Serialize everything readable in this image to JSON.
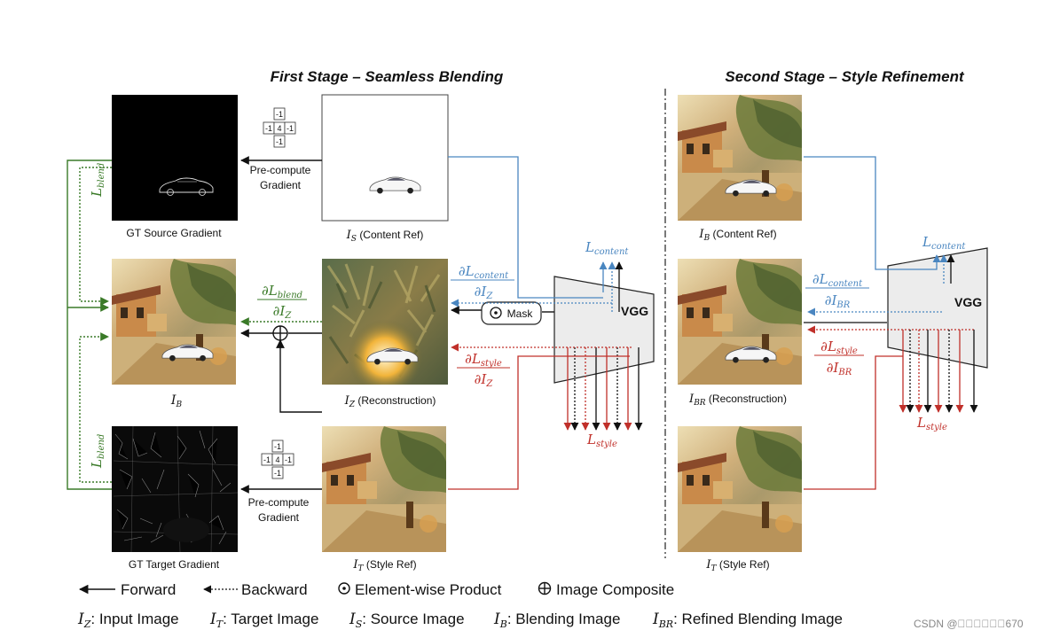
{
  "stage1_title": "First Stage – Seamless Blending",
  "stage2_title": "Second Stage – Style Refinement",
  "captions": {
    "gt_source": "GT Source Gradient",
    "gt_target": "GT Target Gradient",
    "is_content": "(Content Ref)",
    "ib": "",
    "iz_recon": "(Reconstruction)",
    "it_style": "(Style Ref)",
    "s2_ib": "(Content Ref)",
    "s2_ibr": "(Reconstruction)",
    "s2_it": "(Style Ref)"
  },
  "precompute_top": [
    "Pre-compute",
    "Gradient"
  ],
  "precompute_bottom": [
    "Pre-compute",
    "Gradient"
  ],
  "kernel": [
    "-1",
    "-1",
    "4",
    "-1",
    "-1"
  ],
  "mask_label": "Mask",
  "vgg_label": "VGG",
  "losses": {
    "l_blend": "L",
    "l_blend_sub": "blend",
    "l_content": "L",
    "l_content_sub": "content",
    "l_style": "L",
    "l_style_sub": "style"
  },
  "legend": {
    "forward": "Forward",
    "backward": "Backward",
    "element_wise": "Element-wise Product",
    "composite": "Image Composite",
    "iz": ": Input Image",
    "it": ": Target Image",
    "is": ": Source Image",
    "ib": ": Blending Image",
    "ibr": ": Refined Blending Image"
  },
  "watermark": "CSDN @\u0000\u0000\u0000\u0000\u0000\u0000670",
  "colors": {
    "forward": "#111111",
    "blend_green": "#3a7a28",
    "content_blue": "#4a86c0",
    "style_red": "#c0302a",
    "vgg_fill": "#ececec"
  }
}
